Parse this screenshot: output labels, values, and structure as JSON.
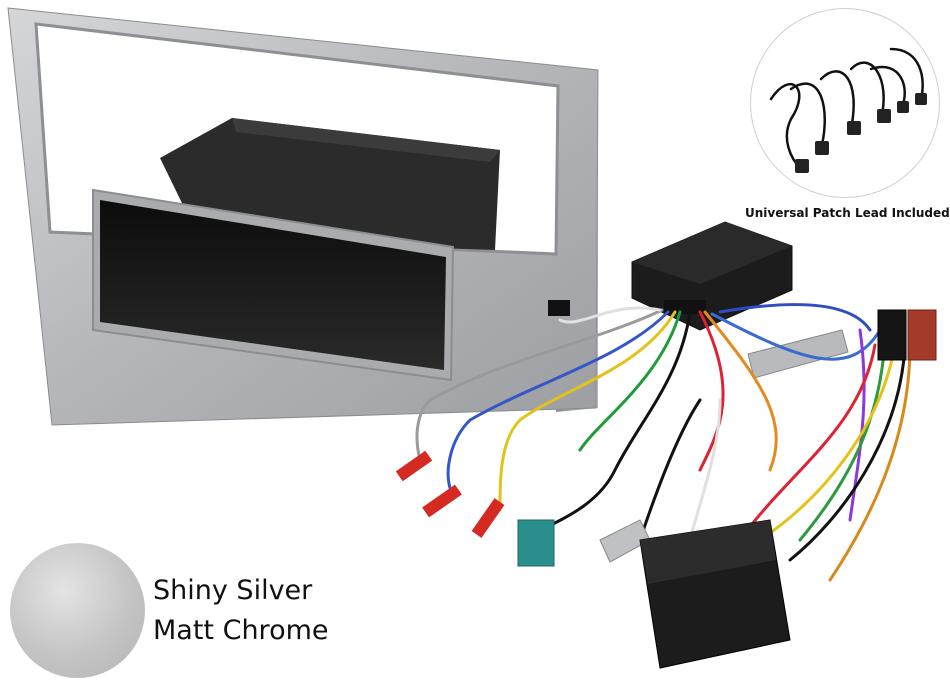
{
  "patch_lead": {
    "caption": "Universal Patch Lead Included"
  },
  "finish": {
    "line1": "Shiny Silver",
    "line2": "Matt Chrome",
    "swatch_color": "#c6c6c6"
  },
  "colors": {
    "silver": "#b9bbbe",
    "black_plastic": "#1a1a1a",
    "connector_red": "#d42a22",
    "fakra_teal": "#2a8f8c"
  }
}
